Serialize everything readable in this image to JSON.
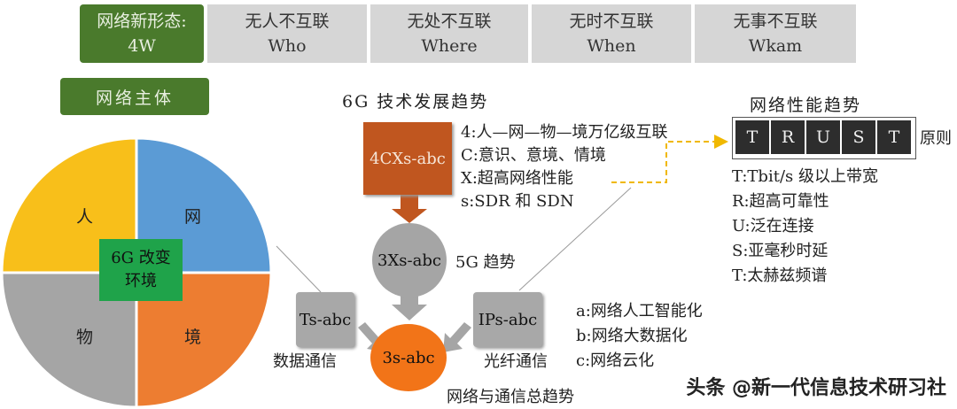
{
  "header": {
    "first": {
      "line1": "网络新形态:",
      "line2": "4W"
    },
    "cells": [
      {
        "line1": "无人不互联",
        "line2": "Who"
      },
      {
        "line1": "无处不互联",
        "line2": "Where"
      },
      {
        "line1": "无时不互联",
        "line2": "When"
      },
      {
        "line1": "无事不互联",
        "line2": "Wkam"
      }
    ]
  },
  "network_subject": "网络主体",
  "pie": {
    "quadrants": [
      "人",
      "网",
      "物",
      "境"
    ],
    "colors": {
      "ren": "#f8bf1a",
      "wang": "#5b9bd5",
      "wu": "#a5a5a5",
      "jing": "#ed7d31"
    },
    "center_line1": "6G 改变",
    "center_line2": "环境"
  },
  "tech_trend_title": "6G 技术发展趋势",
  "box_4c": "4CXs-abc",
  "list_4c": [
    "4:人—网—物—境万亿级互联",
    "C:意识、意境、情境",
    "X:超高网络性能",
    "s:SDR 和 SDN"
  ],
  "circle_3x": "3Xs-abc",
  "label_5g": "5G 趋势",
  "box_ts": "Ts-abc",
  "label_data_comm": "数据通信",
  "box_ips": "IPs-abc",
  "label_fiber": "光纤通信",
  "circle_3s": "3s-abc",
  "label_network_comm": "网络与通信总趋势",
  "list_abc": [
    "a:网络人工智能化",
    "b:网络大数据化",
    "c:网络云化"
  ],
  "perf_title": "网络性能趋势",
  "trust_letters": [
    "T",
    "R",
    "U",
    "S",
    "T"
  ],
  "trust_suffix": "原则",
  "trust_list": [
    "T:Tbit/s 级以上带宽",
    "R:超高可靠性",
    "U:泛在连接",
    "S:亚毫秒时延",
    "T:太赫兹频谱"
  ],
  "watermark": "头条 @新一代信息技术研习社"
}
